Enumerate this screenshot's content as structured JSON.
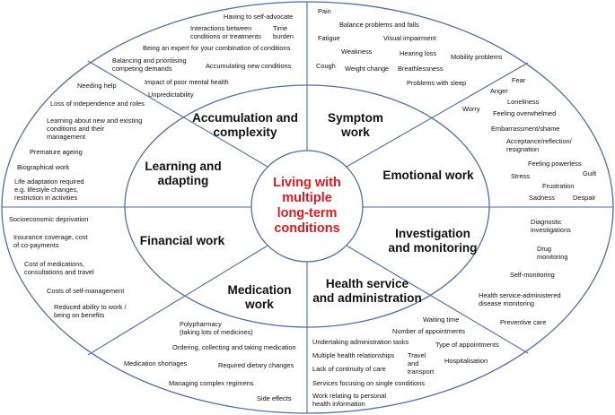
{
  "center": "Living with\nmultiple\nlong-term\nconditions",
  "sections": {
    "accumulation": "Accumulation and\ncomplexity",
    "symptom": "Symptom\nwork",
    "emotional": "Emotional work",
    "investigation": "Investigation\nand monitoring",
    "health_service": "Health service\nand administration",
    "medication": "Medication\nwork",
    "financial": "Financial work",
    "learning": "Learning and\nadapting"
  },
  "items": {
    "acc": {
      "self_advocate": "Having to self-advocate",
      "interactions": "Interactions between\nconditions or treatments",
      "time_burden": "Time\nburden",
      "expert": "Being an expert for your combination of conditions",
      "balancing": "Balancing and prioritising\ncompeting demands",
      "accumulating": "Accumulating new conditions",
      "mental_health": "Impact of  poor mental health",
      "unpredictability": "Unpredictability"
    },
    "sym": {
      "pain": "Pain",
      "balance": "Balance problems and falls",
      "fatigue": "Fatigue",
      "visual": "Visual impairment",
      "weakness": "Weakness",
      "hearing": "Hearing loss",
      "mobility": "Mobility problems",
      "cough": "Cough",
      "weight": "Weight change",
      "breathless": "Breathlessness",
      "sleep": "Problems with sleep"
    },
    "emo": {
      "fear": "Fear",
      "anger": "Anger",
      "loneliness": "Loneliness",
      "worry": "Worry",
      "overwhelmed": "Feeling overwhelmed",
      "embarrassment": "Embarrassment/shame",
      "acceptance": "Acceptance/reflection/\nresignation",
      "powerless": "Feeling powerless",
      "guilt": "Guilt",
      "stress": "Stress",
      "frustration": "Frustration",
      "sadness": "Sadness",
      "despair": "Despair"
    },
    "inv": {
      "diagnostic": "Diagnostic\ninvestigations",
      "drug": "Drug\nmonitoring",
      "self": "Self-monitoring",
      "hs_admin": "Health service-administered\ndisease monitoring",
      "preventive": "Preventive care"
    },
    "hs": {
      "waiting": "Waiting time",
      "number_appts": "Number of appointments",
      "admin_tasks": "Undertaking administration tasks",
      "type_appts": "Type of appointments",
      "multiple_rel": "Multiple health relationships",
      "travel": "Travel\nand\ntransport",
      "hospitalisation": "Hospitalisation",
      "continuity": "Lack of continuity of care",
      "single": "Services focusing on single conditions",
      "personal_info": "Work relating to personal\nhealth information"
    },
    "med": {
      "polypharmacy": "Polypharmacy\n(taking lots of medicines)",
      "ordering": "Ordering, collecting and taking medication",
      "shortages": "Medication shortages",
      "dietary": "Required dietary changes",
      "regimens": "Managing complex regimens",
      "side_effects": "Side effects"
    },
    "fin": {
      "deprivation": "Socioeconomic deprivation",
      "insurance": "Insurance coverage, cost\nof co-payments",
      "med_costs": "Cost of medications,\nconsultations and travel",
      "self_mgmt": "Costs of self-management",
      "reduced": "Reduced ability to work /\nbeing on benefits"
    },
    "learn": {
      "help": "Needing help",
      "independence": "Loss of independence and roles",
      "learning": "Learning about new and existing\nconditions and their\nmanagement",
      "ageing": "Premature ageing",
      "biographical": "Biographical work",
      "adaptation": "Life adaptation required\ne.g. lifestyle changes,\nrestriction in activities"
    }
  }
}
